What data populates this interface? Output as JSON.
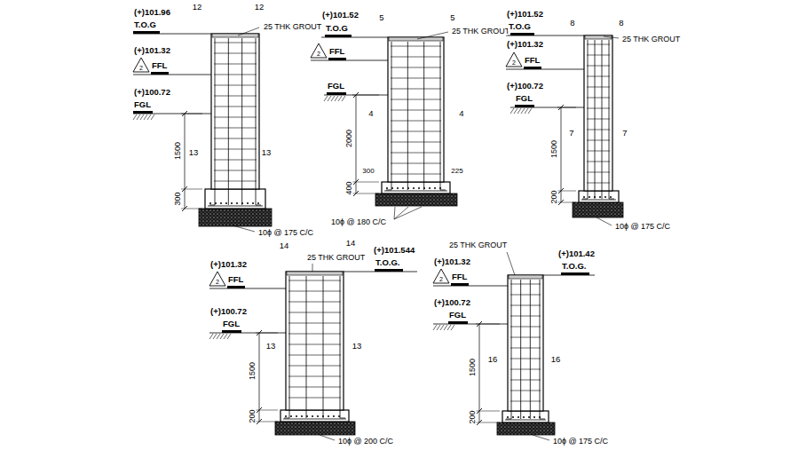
{
  "diagram": {
    "labels": [
      "(+)101.96",
      "T.O.G",
      "12",
      "12",
      "25 THK GROUT",
      "(+)101.32",
      "2",
      "FFL",
      "(+)100.72",
      "FGL",
      "1500",
      "300",
      "13",
      "13",
      "10ɸ @ 175 C/C",
      "(+)101.52",
      "T.O.G",
      "5",
      "5",
      "25 THK GROUT",
      "2",
      "FFL",
      "FGL",
      "4",
      "4",
      "2000",
      "300",
      "225",
      "400",
      "10ɸ @ 180 C/C",
      "(+)101.52",
      "T.O.G",
      "8",
      "8",
      "25 THK GROUT",
      "(+)101.32",
      "2",
      "FFL",
      "(+)100.72",
      "FGL",
      "7",
      "7",
      "1500",
      "200",
      "10ɸ @ 175 C/C",
      "14",
      "14",
      "(+)101.544",
      "T.O.G.",
      "(+)101.32",
      "2",
      "FFL",
      "25 THK GROUT",
      "(+)100.72",
      "FGL",
      "13",
      "13",
      "1500",
      "200",
      "10ɸ @ 200 C/C",
      "25 THK GROUT",
      "(+)101.32",
      "2",
      "FFL",
      "(+)101.42",
      "T.O.G.",
      "(+)100.72",
      "FGL",
      "16",
      "16",
      "1500",
      "200",
      "10ɸ @ 175 C/C"
    ]
  }
}
